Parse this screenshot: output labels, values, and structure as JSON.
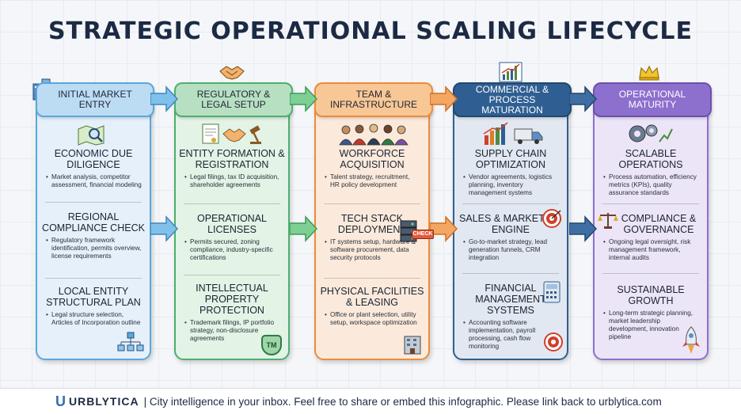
{
  "title": "STRATEGIC OPERATIONAL SCALING LIFECYCLE",
  "phases": [
    {
      "header": "Initial Market Entry",
      "color": "#5aa7dd",
      "sections": [
        {
          "title": "Economic Due Diligence",
          "desc": [
            "Market analysis, competitor assessment, financial modeling"
          ]
        },
        {
          "title": "Regional Compliance Check",
          "desc": [
            "Regulatory framework identification, permits overview, license requirements"
          ]
        },
        {
          "title": "Local Entity Structural Plan",
          "desc": [
            "Legal structure selection, Articles of Incorporation outline"
          ]
        }
      ]
    },
    {
      "header": "Regulatory & Legal Setup",
      "color": "#4fae6e",
      "sections": [
        {
          "title": "Entity Formation & Registration",
          "desc": [
            "Legal filings, tax ID acquisition, shareholder agreements"
          ]
        },
        {
          "title": "Operational Licenses",
          "desc": [
            "Permits secured, zoning compliance, industry-specific certifications"
          ]
        },
        {
          "title": "Intellectual Property Protection",
          "desc": [
            "Trademark filings, IP portfolio strategy, non-disclosure agreements"
          ]
        }
      ]
    },
    {
      "header": "Team & Infrastructure",
      "color": "#ef8a3a",
      "sections": [
        {
          "title": "Workforce Acquisition",
          "desc": [
            "Talent strategy, recruitment, HR policy development"
          ]
        },
        {
          "title": "Tech Stack Deployment",
          "desc": [
            "IT systems setup, hardware & software procurement, data security protocols"
          ]
        },
        {
          "title": "Physical Facilities & Leasing",
          "desc": [
            "Office or plant selection, utility setup, workspace optimization"
          ]
        }
      ]
    },
    {
      "header": "Commercial & Process Maturation",
      "color": "#2f5f92",
      "sections": [
        {
          "title": "Supply Chain Optimization",
          "desc": [
            "Vendor agreements, logistics planning, inventory management systems"
          ]
        },
        {
          "title": "Sales & Marketing Engine",
          "desc": [
            "Go-to-market strategy, lead generation funnels, CRM integration"
          ]
        },
        {
          "title": "Financial Management Systems",
          "desc": [
            "Accounting software implementation, payroll processing, cash flow monitoring"
          ]
        }
      ]
    },
    {
      "header": "Operational Maturity",
      "color": "#8d6fce",
      "sections": [
        {
          "title": "Scalable Operations",
          "desc": [
            "Process automation, efficiency metrics (KPIs), quality assurance standards"
          ]
        },
        {
          "title": "Compliance & Governance",
          "desc": [
            "Ongoing legal oversight, risk management framework, internal audits"
          ]
        },
        {
          "title": "Sustainable Growth",
          "desc": [
            "Long-term strategic planning, market leadership development, innovation pipeline"
          ]
        }
      ]
    }
  ],
  "badges": {
    "tm": "TM",
    "check": "CHECK"
  },
  "footer": {
    "logo_letter": "U",
    "brand": "URBLYTICA",
    "tagline": "| City intelligence in your inbox. Feel free to share or embed this infographic. Please link back to urblytica.com"
  }
}
